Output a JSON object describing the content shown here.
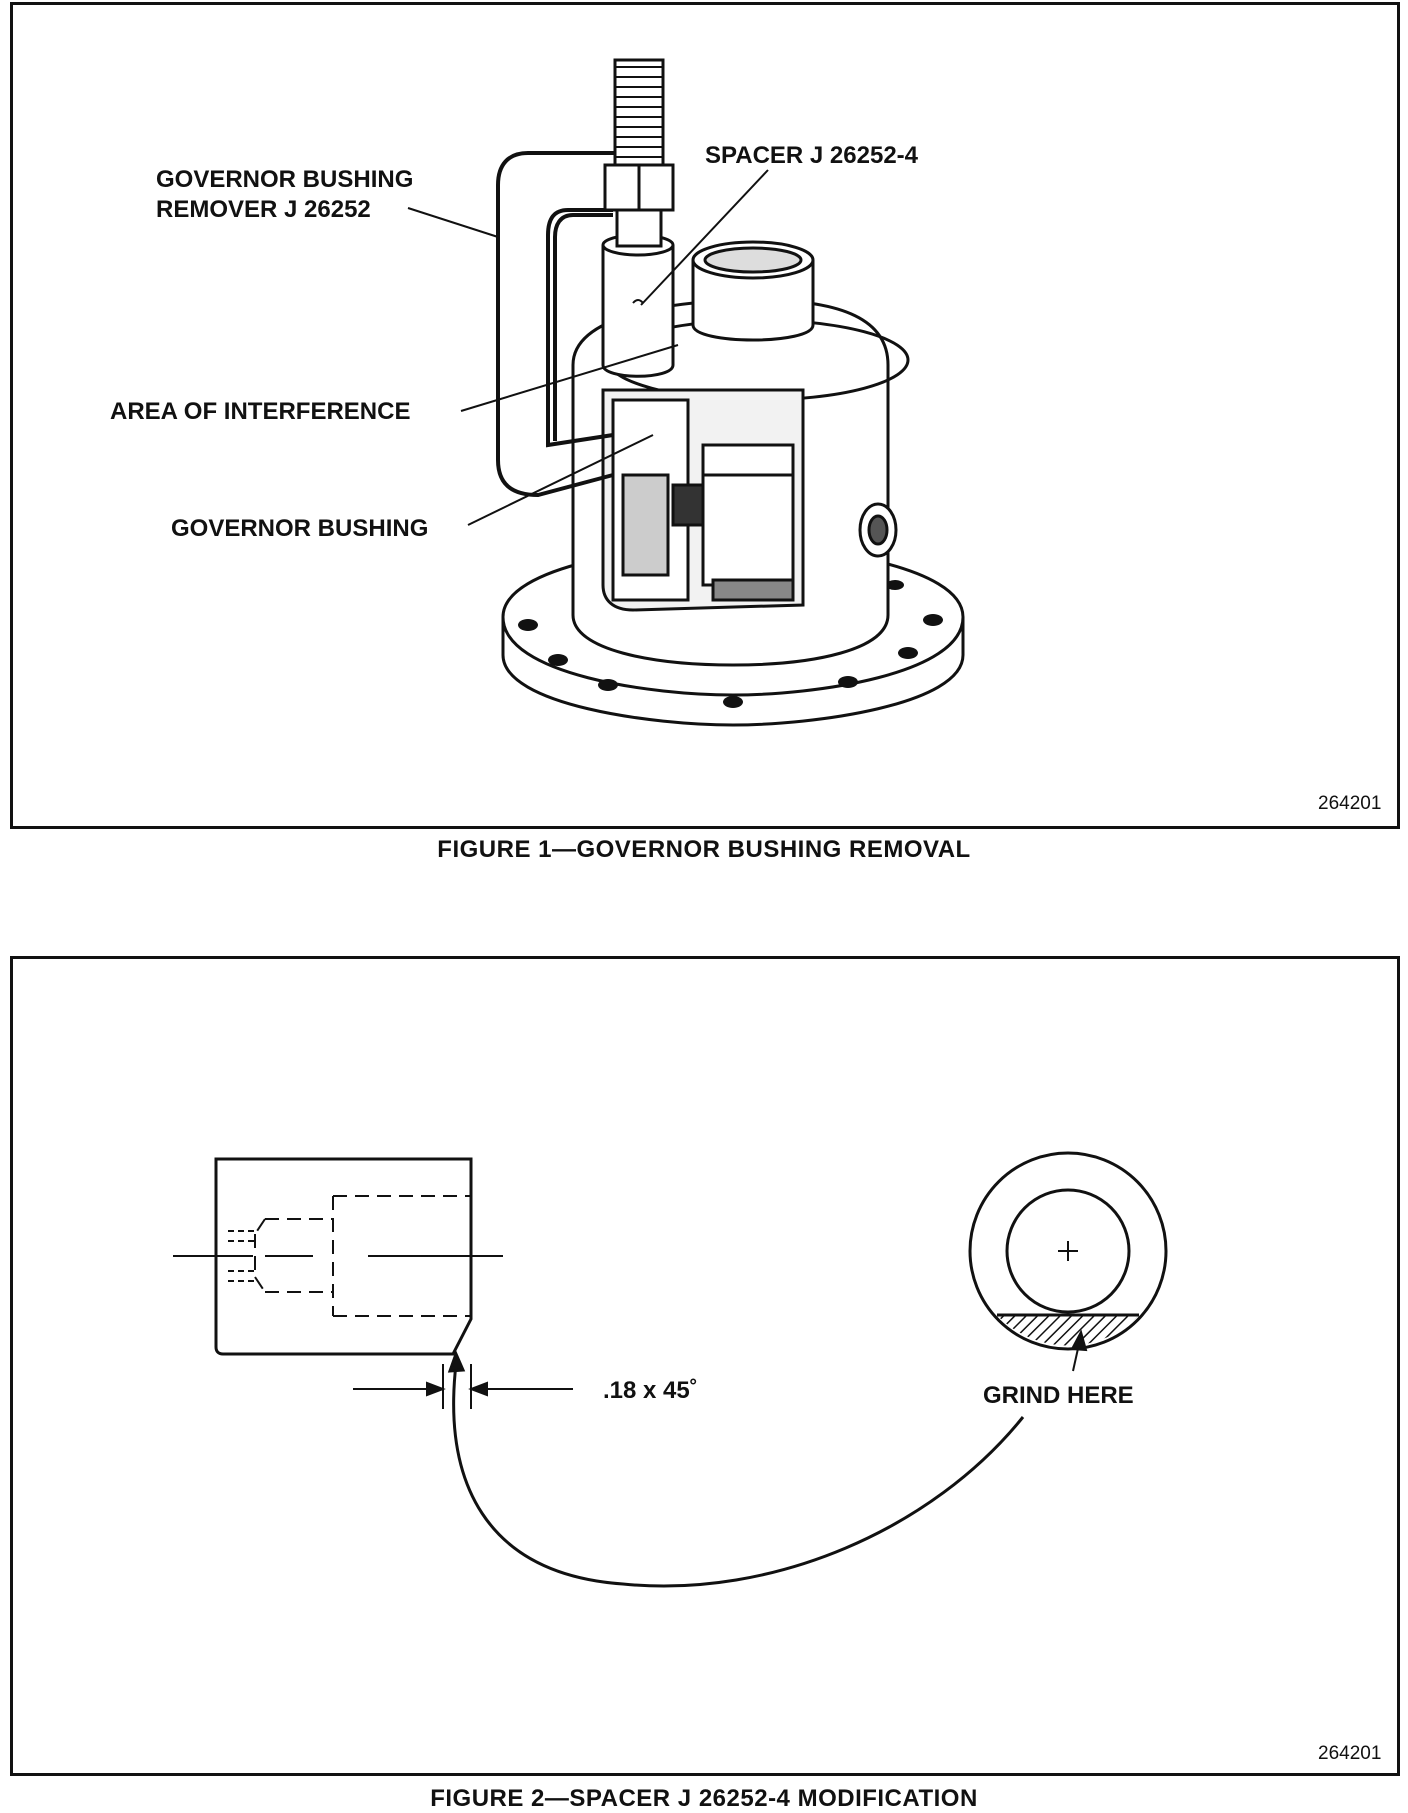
{
  "figure1": {
    "caption": "FIGURE 1—GOVERNOR BUSHING REMOVAL",
    "code": "264201",
    "labels": {
      "remover_line1": "GOVERNOR BUSHING",
      "remover_line2": "REMOVER J 26252",
      "spacer": "SPACER J 26252-4",
      "interference": "AREA OF INTERFERENCE",
      "bushing": "GOVERNOR BUSHING"
    }
  },
  "figure2": {
    "caption": "FIGURE 2—SPACER J 26252-4 MODIFICATION",
    "code": "264201",
    "labels": {
      "chamfer": ".18 x 45˚",
      "grind": "GRIND HERE"
    }
  }
}
